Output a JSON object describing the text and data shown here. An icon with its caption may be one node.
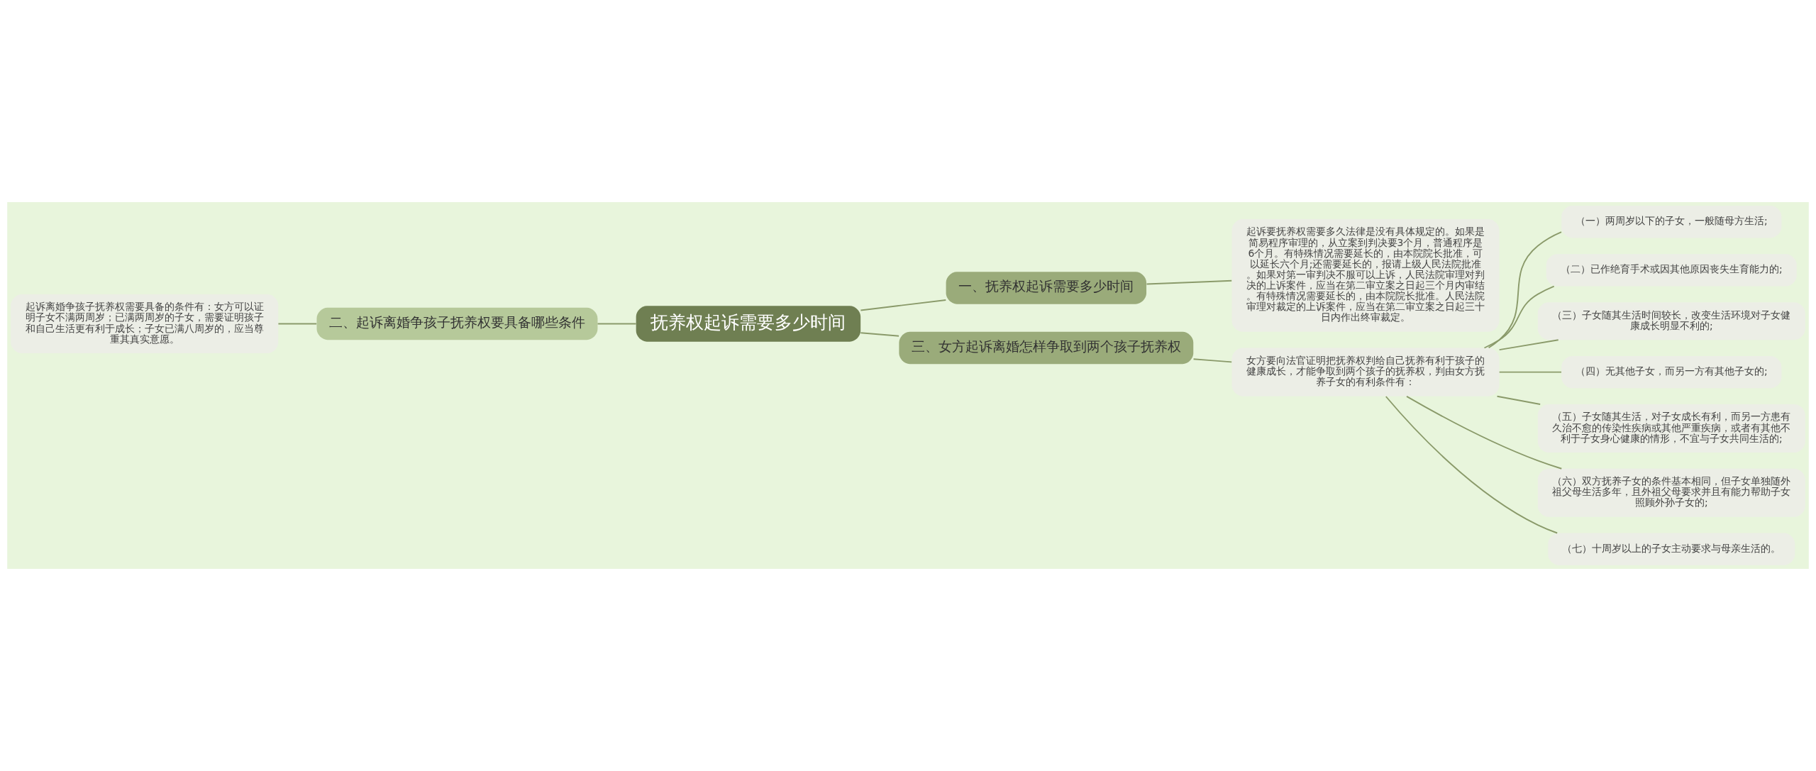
{
  "diagram": {
    "nodes": [
      {
        "text": [
          "抚养权起诉需要多少时间"
        ]
      },
      {
        "text": [
          "一、抚养权起诉需要多少时间"
        ]
      },
      {
        "text": [
          "起诉要抚养权需要多久法律是没有具体规定的。如果是简易程序审理的，从立案到判决要3个月，普通程序是6个月。有特殊情况需要延长的，由本院院长批准，可以延长六个月;还需要延长的，报请上级人民法院批准。如果对第一审判决不服可以上诉，人民法院审理对判决的上诉案件，应当在第二审立案之日起三个月内审结。有特殊情况需要延长的，由本院院长批准。人民法院审理对裁定的上诉案件，应当在第二审立案之日起三十日内作出终审裁定。"
        ]
      },
      {
        "text": [
          "二、起诉离婚争孩子抚养权要具备哪些条件"
        ]
      },
      {
        "text": [
          "起诉离婚争孩子抚养权需要具备的条件有：女方可以证明子女不满两周岁；已满两周岁的子女，需要证明孩子和自己生活更有利于成长；子女已满八周岁的，应当尊重其真实意愿。"
        ]
      },
      {
        "text": [
          "三、女方起诉离婚怎样争取到两个孩子抚养权"
        ]
      },
      {
        "text": [
          "女方要向法官证明把抚养权判给自己抚养有利于孩子的健康成长，才能争取到两个孩子的抚养权，判由女方抚养子女的有利条件有："
        ]
      },
      {
        "text": [
          "（一）两周岁以下的子女，一般随母方生活;"
        ]
      },
      {
        "text": [
          "（二）已作绝育手术或因其他原因丧失生育能力的;"
        ]
      },
      {
        "text": [
          "（三）子女随其生活时间较长，改变生活环境对子女健康成长明显不利的;"
        ]
      },
      {
        "text": [
          "（四）无其他子女，而另一方有其他子女的;"
        ]
      },
      {
        "text": [
          "（五）子女随其生活，对子女成长有利，而另一方患有久治不愈的传染性疾病或其他严重疾病，或者有其他不利于子女身心健康的情形，不宜与子女共同生活的;"
        ]
      },
      {
        "text": [
          "（六）双方抚养子女的条件基本相同，但子女单独随外祖父母生活多年，且外祖父母要求并且有能力帮助子女照顾外孙子女的;"
        ]
      },
      {
        "text": [
          "（七）十周岁以上的子女主动要求与母亲生活的。"
        ]
      }
    ],
    "edges": [
      {
        "from": 0,
        "to": 1,
        "arrow": "none"
      },
      {
        "from": 1,
        "to": 2,
        "arrow": "none"
      },
      {
        "from": 4,
        "to": 3,
        "arrow": "none"
      },
      {
        "from": 3,
        "to": 0,
        "arrow": "none"
      },
      {
        "from": 0,
        "to": 5,
        "arrow": "none"
      },
      {
        "from": 5,
        "to": 6,
        "arrow": "none"
      },
      {
        "from": 6,
        "to": 7,
        "arrow": "none"
      },
      {
        "from": 6,
        "to": 8,
        "arrow": "none"
      },
      {
        "from": 6,
        "to": 9,
        "arrow": "none"
      },
      {
        "from": 6,
        "to": 10,
        "arrow": "none"
      },
      {
        "from": 6,
        "to": 11,
        "arrow": "none"
      },
      {
        "from": 6,
        "to": 12,
        "arrow": "none"
      },
      {
        "from": 6,
        "to": 13,
        "arrow": "none"
      }
    ]
  }
}
